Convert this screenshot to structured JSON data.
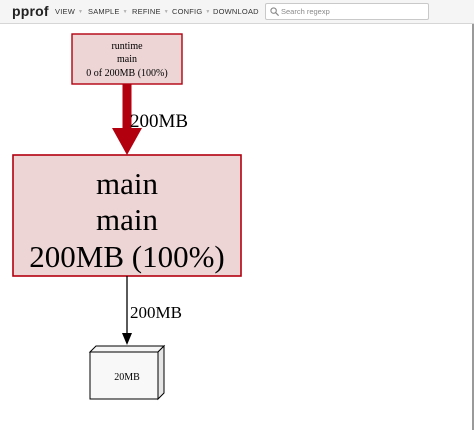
{
  "app": {
    "brand": "pprof"
  },
  "menu": {
    "view": "VIEW",
    "sample": "SAMPLE",
    "refine": "REFINE",
    "config": "CONFIG",
    "download": "DOWNLOAD"
  },
  "search": {
    "placeholder": "Search regexp",
    "value": ""
  },
  "graph": {
    "nodes": {
      "runtime_main": {
        "pkg": "runtime",
        "func": "main",
        "stats": "0 of 200MB (100%)"
      },
      "main_main": {
        "pkg": "main",
        "func": "main",
        "stats": "200MB (100%)"
      },
      "alloc_leaf": {
        "label": "20MB"
      }
    },
    "edges": {
      "runtime_to_main": "200MB",
      "main_to_leaf": "200MB"
    },
    "colors": {
      "hot_fill": "#edd5d5",
      "hot_stroke": "#b2000f",
      "hot_edge": "#b2000f",
      "neutral_edge": "#000000"
    }
  }
}
